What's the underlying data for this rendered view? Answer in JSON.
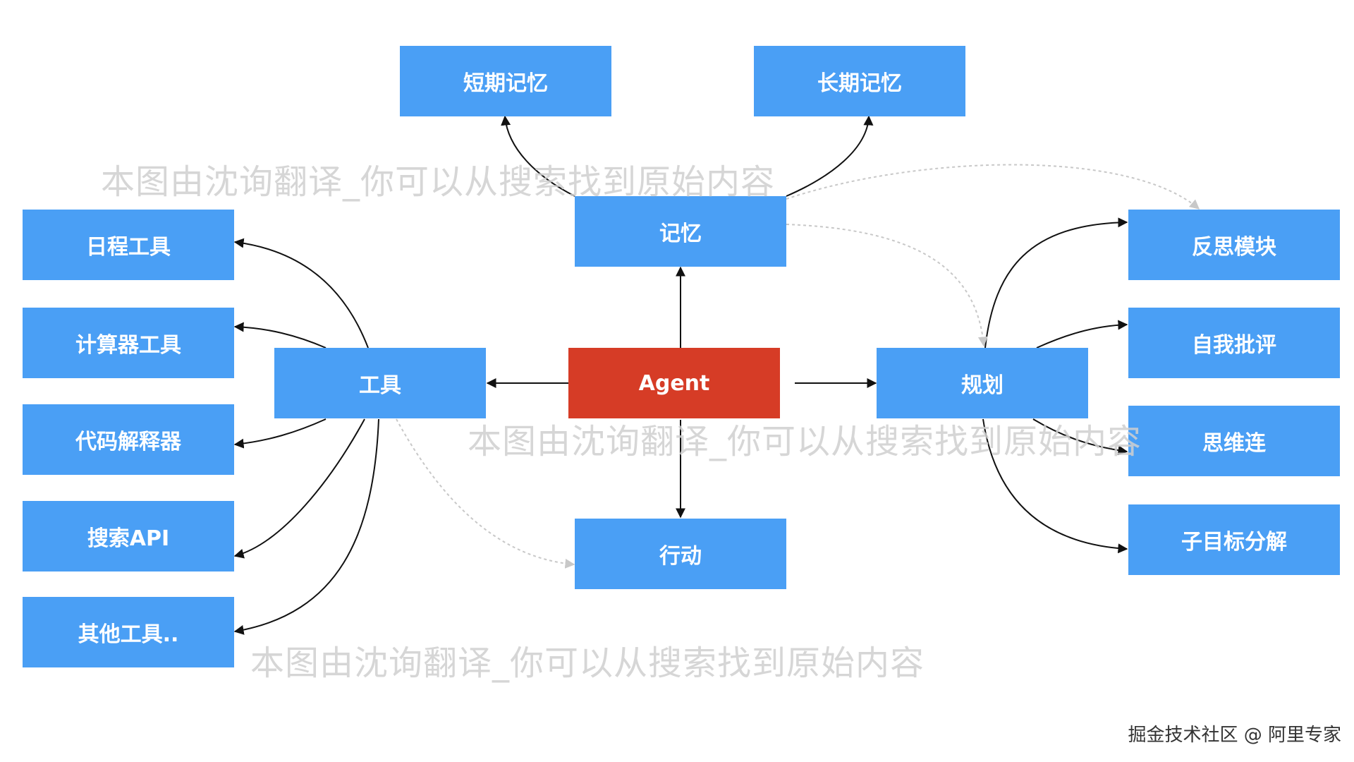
{
  "nodes": {
    "short_term_memory": "短期记忆",
    "long_term_memory": "长期记忆",
    "memory": "记忆",
    "schedule_tool": "日程工具",
    "calculator_tool": "计算器工具",
    "code_interpreter": "代码解释器",
    "search_api": "搜索API",
    "other_tools": "其他工具..",
    "tools": "工具",
    "agent": "Agent",
    "planning": "规划",
    "action": "行动",
    "reflection": "反思模块",
    "self_critique": "自我批评",
    "chain_of_thought": "思维连",
    "subgoal_decomposition": "子目标分解"
  },
  "watermark": "本图由沈询翻译_你可以从搜索找到原始内容",
  "credit": "掘金技术社区 @ 阿里专家",
  "colors": {
    "node": "#4a9ff5",
    "agent": "#d63c26",
    "edge": "#111111",
    "dashed_edge": "#c8c8c8",
    "watermark": "#d0d0d0"
  }
}
